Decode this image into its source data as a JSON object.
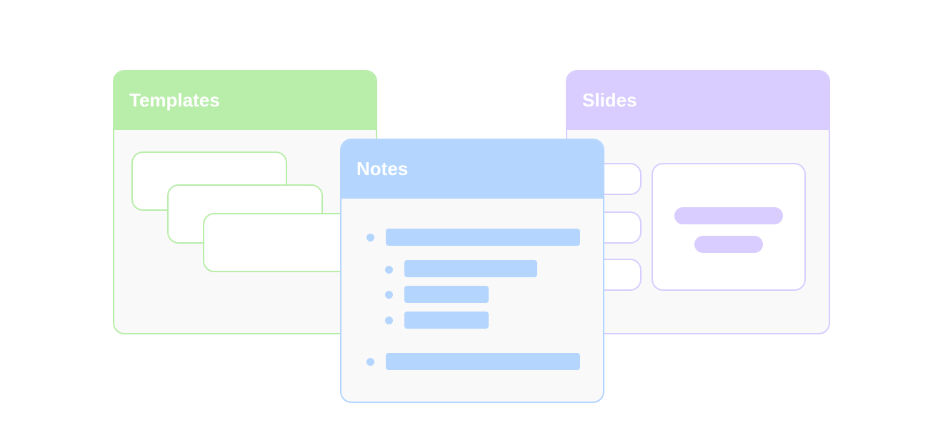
{
  "cards": {
    "templates": {
      "title": "Templates",
      "color": "#b9edaa"
    },
    "slides": {
      "title": "Slides",
      "color": "#d8cdfe"
    },
    "notes": {
      "title": "Notes",
      "color": "#b3d5fe"
    }
  }
}
